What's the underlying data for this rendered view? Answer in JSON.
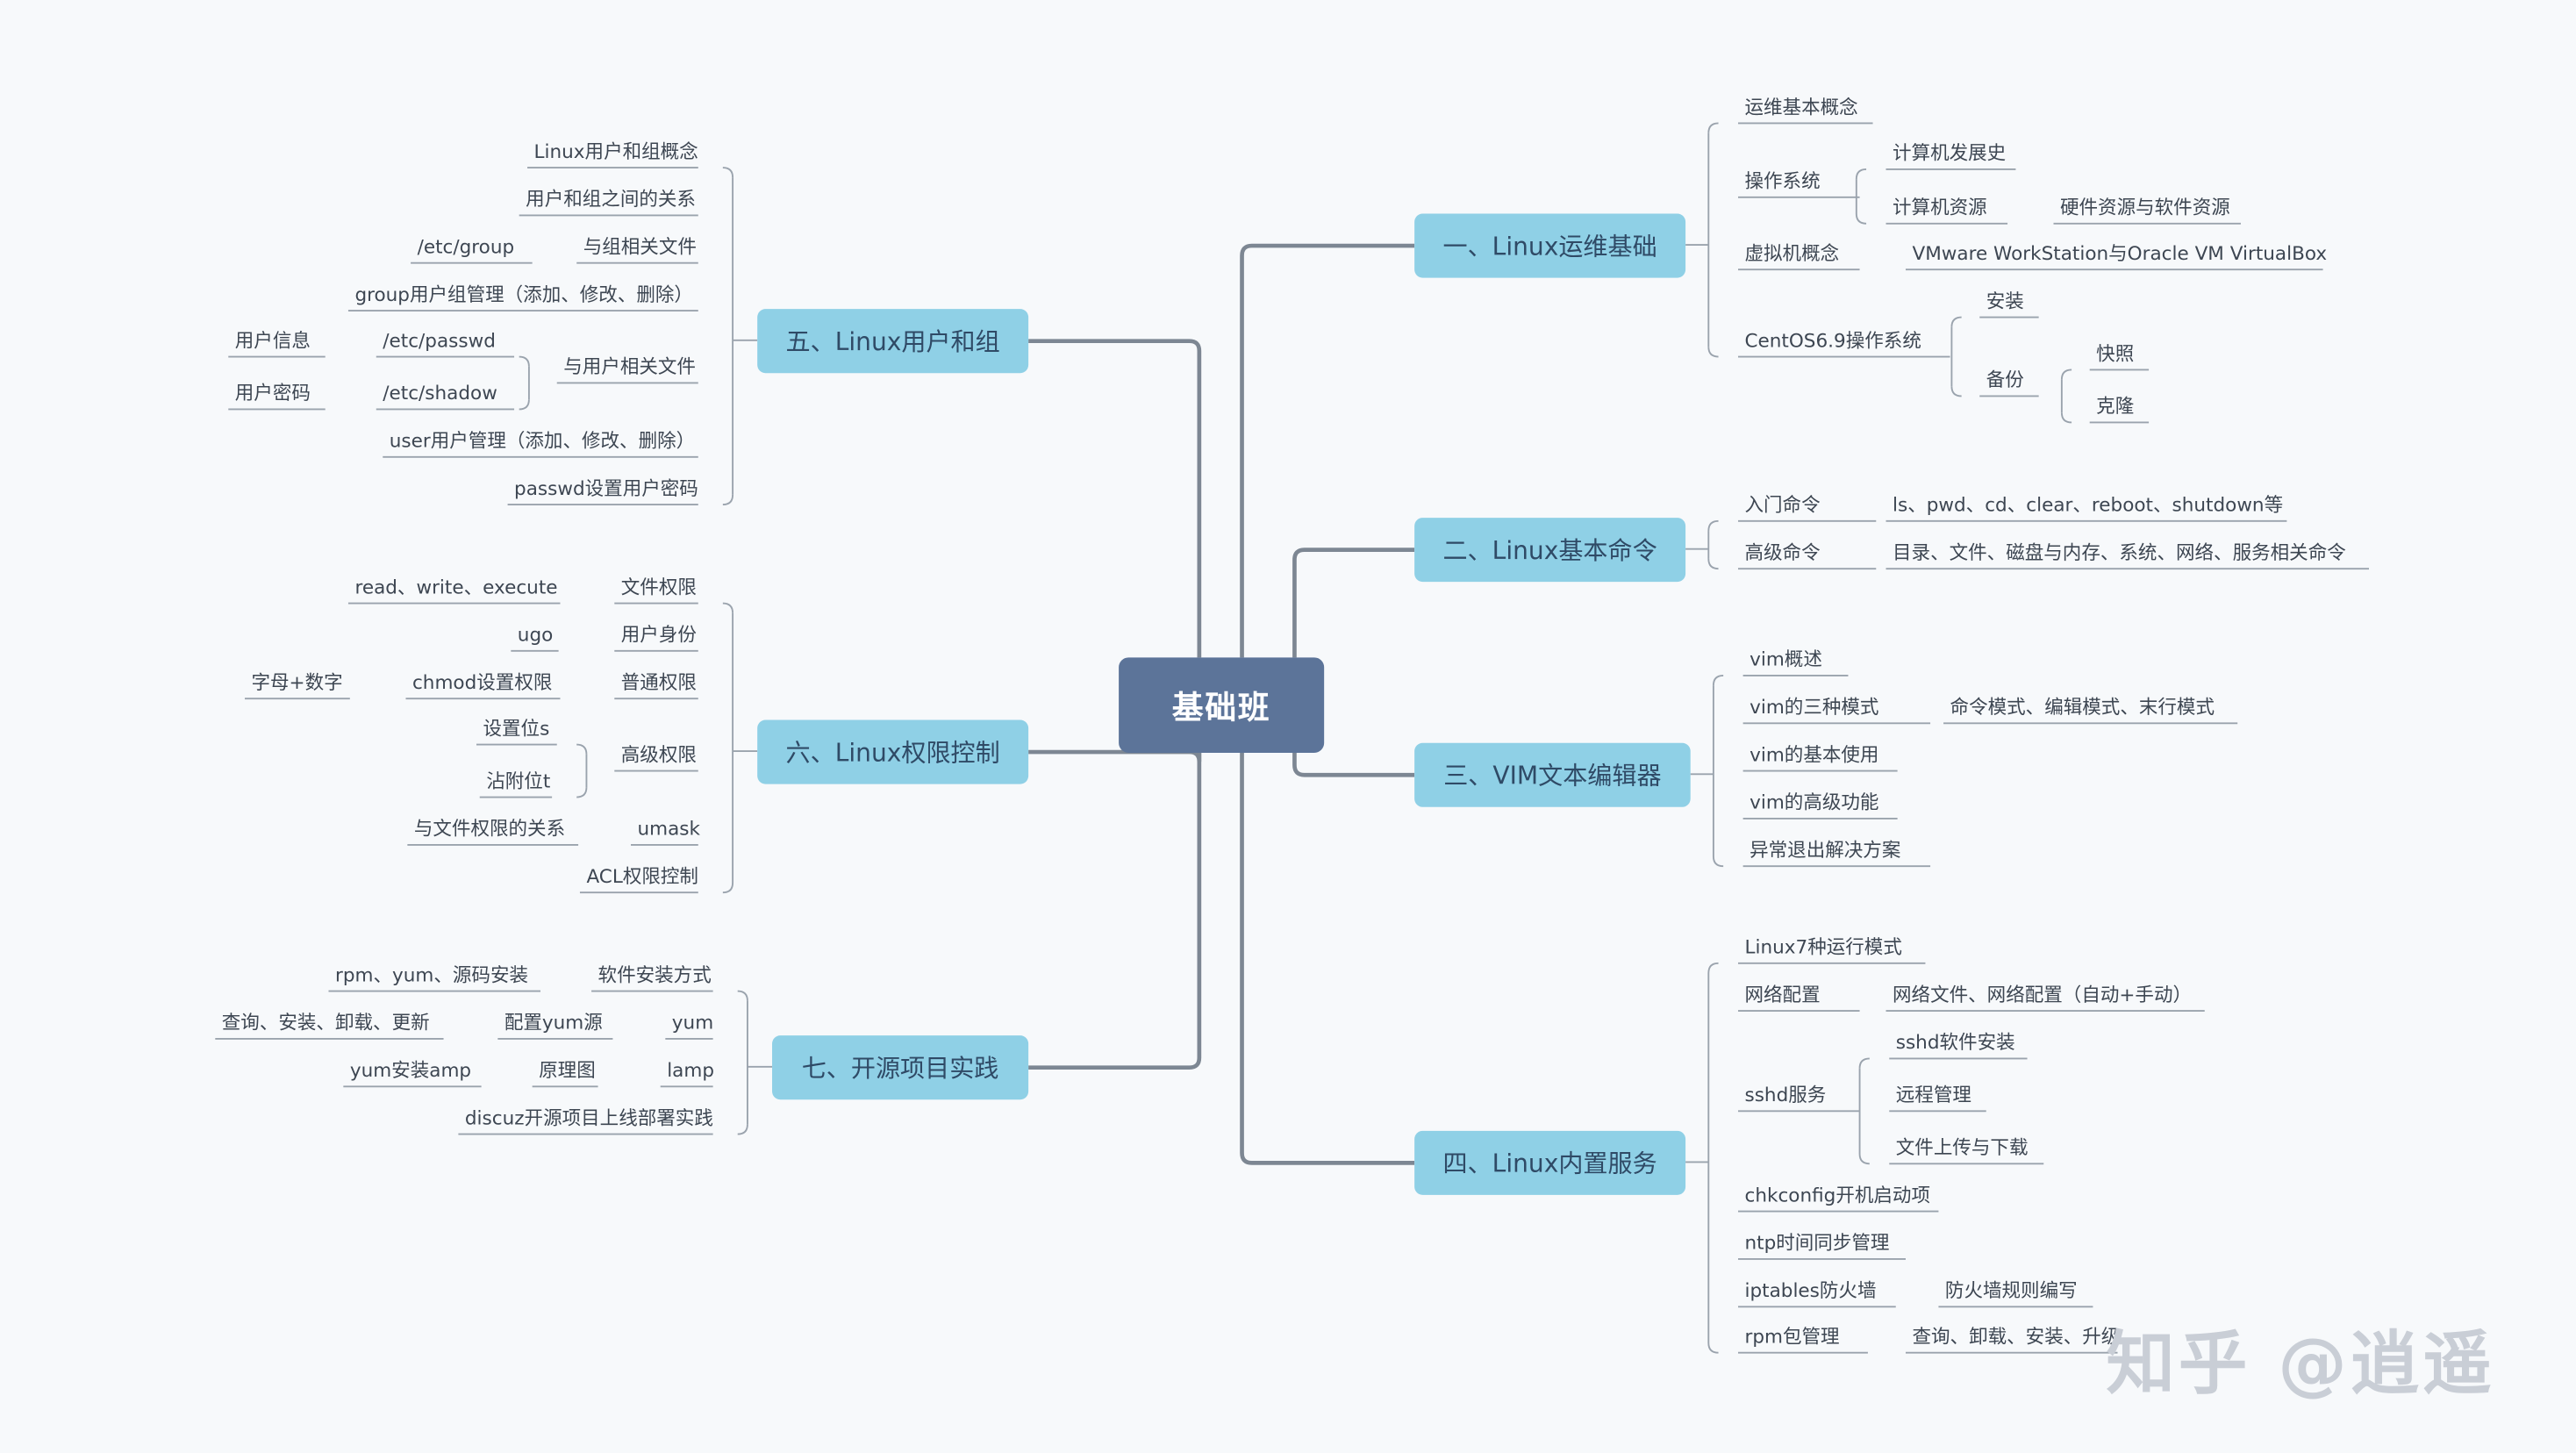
{
  "center": {
    "label": "基础班"
  },
  "branches": [
    {
      "label": "一、Linux运维基础"
    },
    {
      "label": "二、Linux基本命令"
    },
    {
      "label": "三、VIM文本编辑器"
    },
    {
      "label": "四、Linux内置服务"
    },
    {
      "label": "五、Linux用户和组"
    },
    {
      "label": "六、Linux权限控制"
    },
    {
      "label": "七、开源项目实践"
    }
  ],
  "leaves": {
    "b1": [
      "运维基本概念",
      "操作系统",
      "计算机发展史",
      "计算机资源",
      "硬件资源与软件资源",
      "虚拟机概念",
      "VMware WorkStation与Oracle VM VirtualBox",
      "CentOS6.9操作系统",
      "安装",
      "备份",
      "快照",
      "克隆"
    ],
    "b2": [
      "入门命令",
      "ls、pwd、cd、clear、reboot、shutdown等",
      "高级命令",
      "目录、文件、磁盘与内存、系统、网络、服务相关命令"
    ],
    "b3": [
      "vim概述",
      "vim的三种模式",
      "命令模式、编辑模式、末行模式",
      "vim的基本使用",
      "vim的高级功能",
      "异常退出解决方案"
    ],
    "b4": [
      "Linux7种运行模式",
      "网络配置",
      "网络文件、网络配置（自动+手动）",
      "sshd服务",
      "sshd软件安装",
      "远程管理",
      "文件上传与下载",
      "chkconfig开机启动项",
      "ntp时间同步管理",
      "iptables防火墙",
      "防火墙规则编写",
      "rpm包管理",
      "查询、卸载、安装、升级"
    ],
    "b5": [
      "Linux用户和组概念",
      "用户和组之间的关系",
      "/etc/group",
      "与组相关文件",
      "group用户组管理（添加、修改、删除）",
      "用户信息",
      "/etc/passwd",
      "与用户相关文件",
      "用户密码",
      "/etc/shadow",
      "user用户管理（添加、修改、删除）",
      "passwd设置用户密码"
    ],
    "b6": [
      "read、write、execute",
      "文件权限",
      "ugo",
      "用户身份",
      "字母+数字",
      "chmod设置权限",
      "普通权限",
      "设置位s",
      "高级权限",
      "沾附位t",
      "与文件权限的关系",
      "umask",
      "ACL权限控制"
    ],
    "b7": [
      "rpm、yum、源码安装",
      "软件安装方式",
      "查询、安装、卸载、更新",
      "配置yum源",
      "yum",
      "yum安装amp",
      "原理图",
      "lamp",
      "discuz开源项目上线部署实践"
    ]
  },
  "watermark": "知乎 @逍遥"
}
